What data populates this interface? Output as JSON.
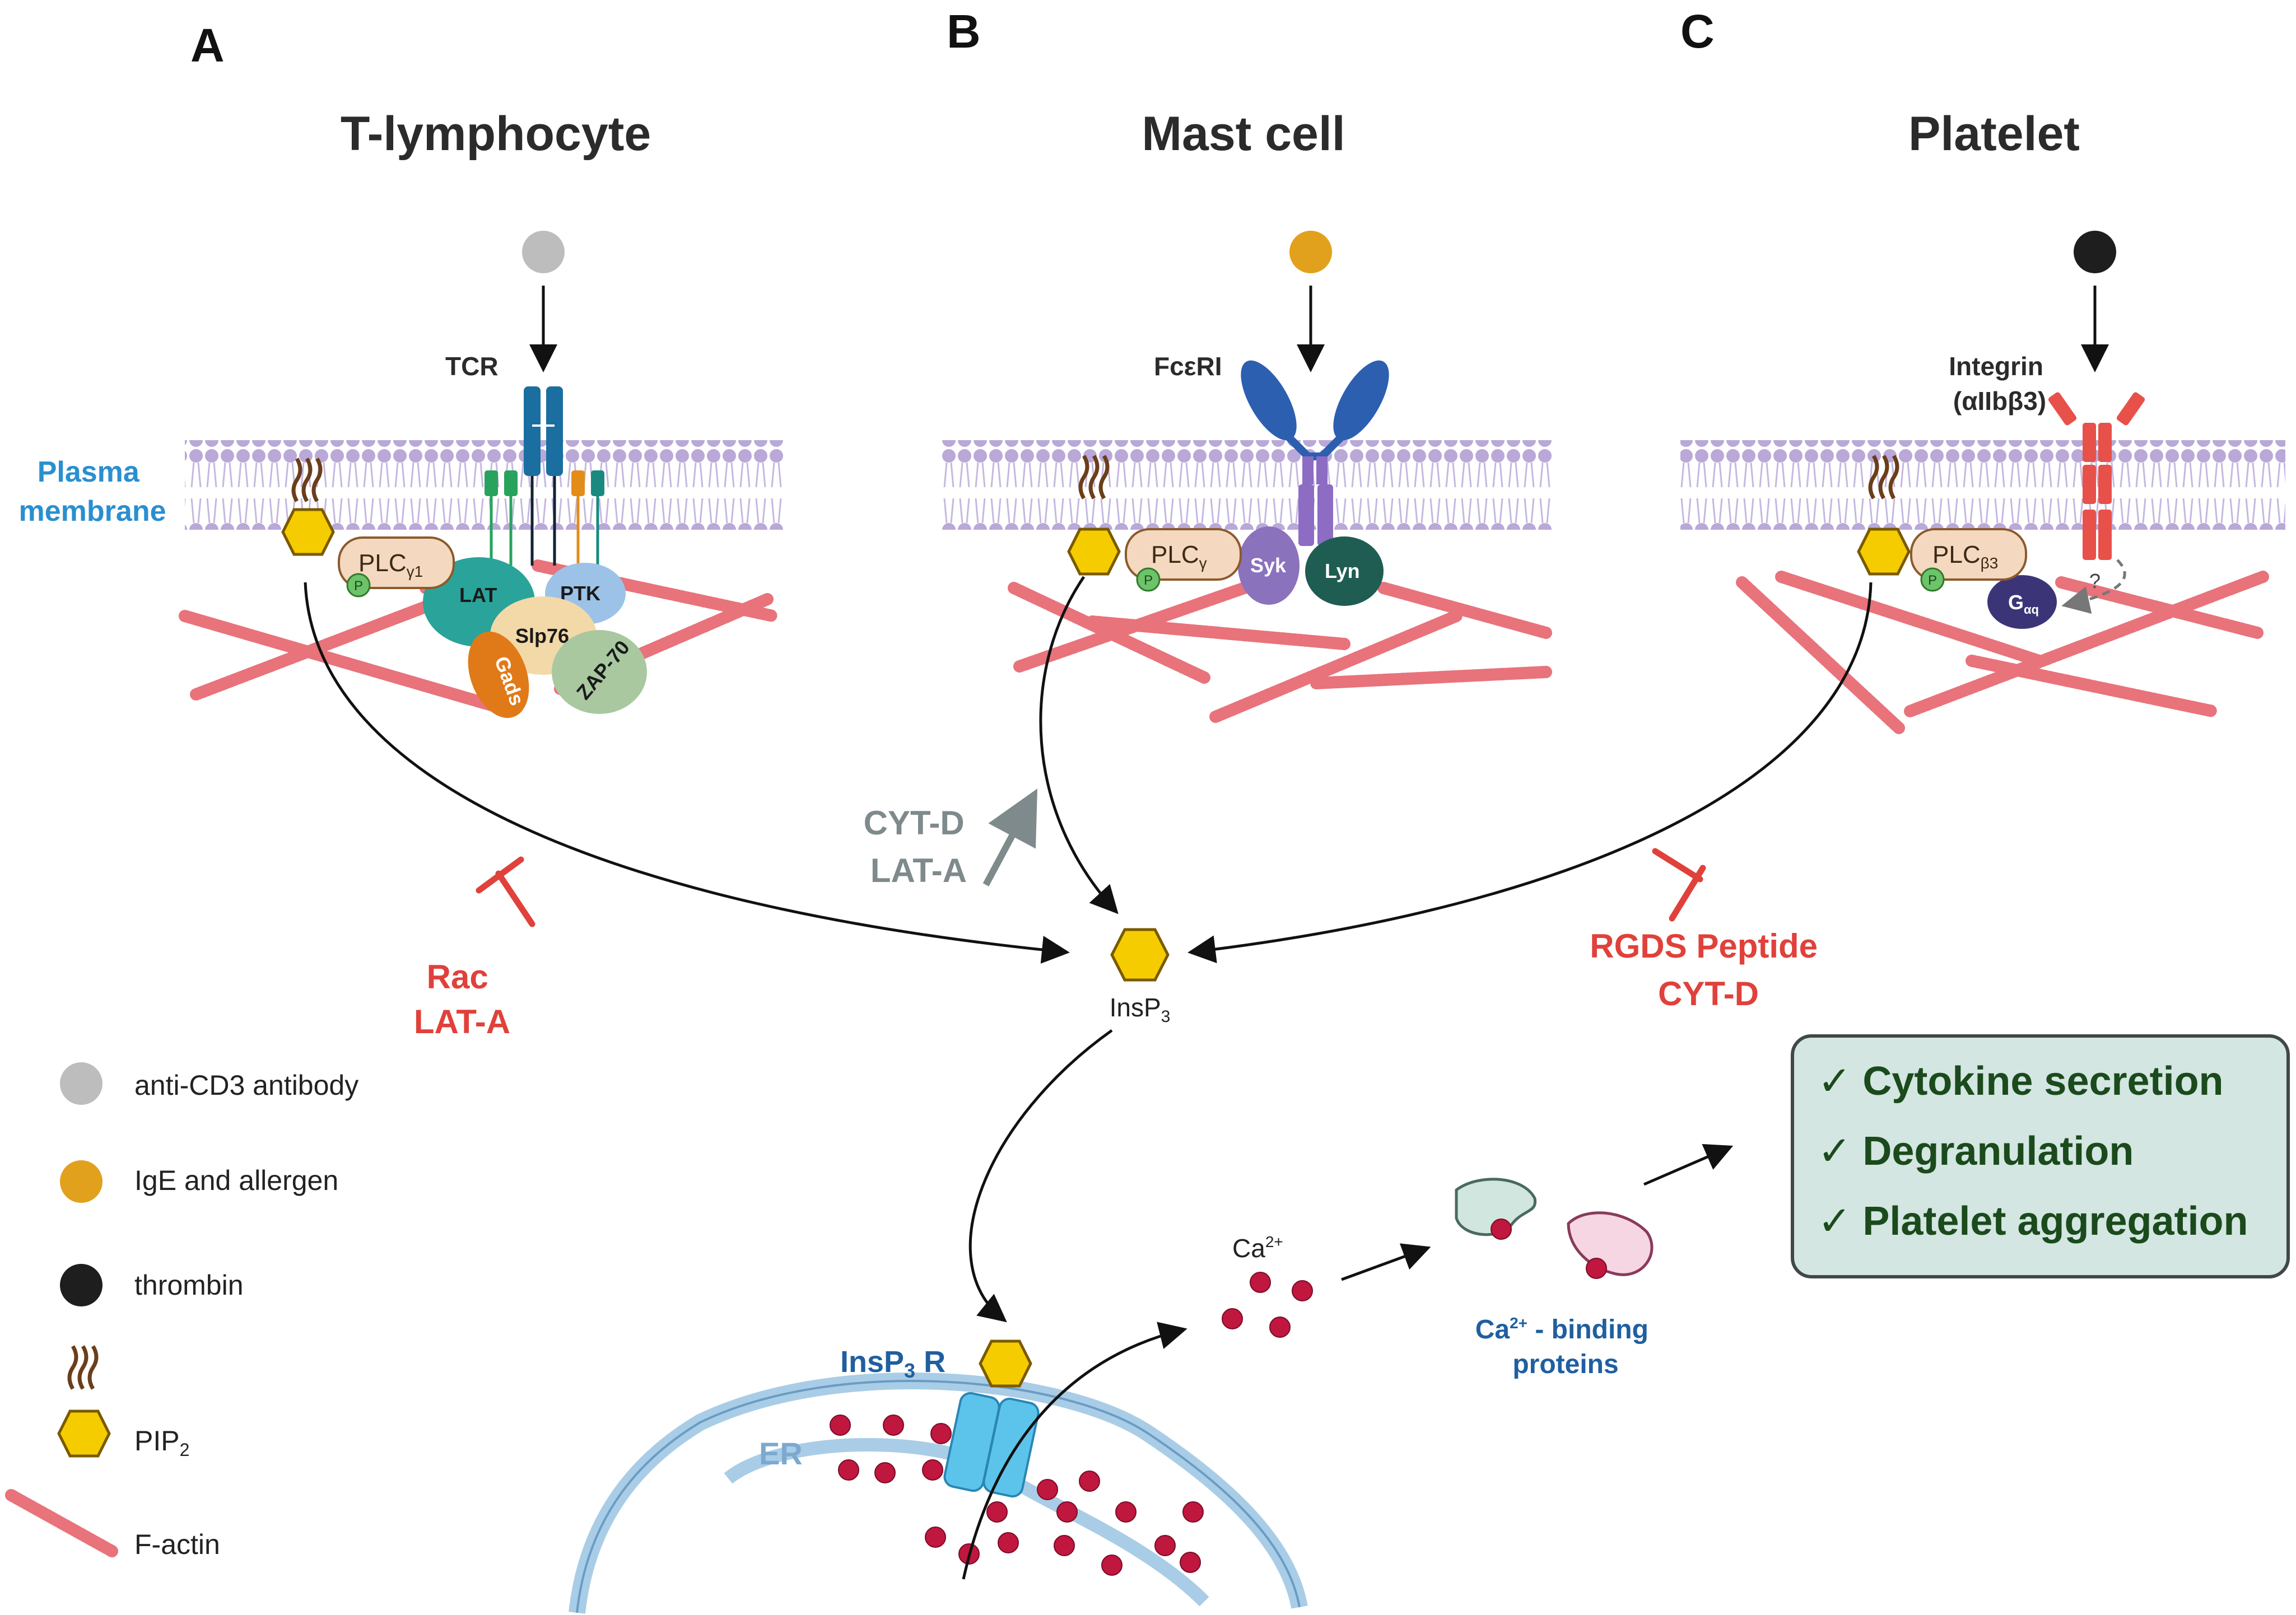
{
  "panels": [
    {
      "letter": "A",
      "title": "T-lymphocyte",
      "receptor_label": "TCR",
      "enzyme": "PLC",
      "enzyme_sub": "γ1"
    },
    {
      "letter": "B",
      "title": "Mast cell",
      "receptor_label": "FcεRI",
      "enzyme": "PLC",
      "enzyme_sub": "γ"
    },
    {
      "letter": "C",
      "title": "Platelet",
      "receptor_label_line1": "Integrin",
      "receptor_label_line2": "(αIIbβ3)",
      "enzyme": "PLC",
      "enzyme_sub": "β3"
    }
  ],
  "membrane_label": {
    "line1": "Plasma",
    "line2": "membrane"
  },
  "proteins": {
    "lat": "LAT",
    "ptk": "PTK",
    "slp76": "Slp76",
    "gads": "Gads",
    "zap70": "ZAP-70",
    "syk": "Syk",
    "lyn": "Lyn",
    "gaq": "G",
    "gaq_sub": "αq",
    "question": "?",
    "phospho": "P"
  },
  "inhibitors": {
    "a": {
      "line1": "Rac",
      "line2": "LAT-A"
    },
    "b": {
      "line1": "CYT-D",
      "line2": "LAT-A"
    },
    "c": {
      "line1": "RGDS Peptide",
      "line2": "CYT-D"
    }
  },
  "insp3": {
    "label": "InsP",
    "sub": "3"
  },
  "receptor": {
    "label": "InsP",
    "sub": "3",
    "suffix": " R"
  },
  "er_label": "ER",
  "calcium": {
    "label": "Ca",
    "sup": "2+"
  },
  "binding_proteins": {
    "line1_main": "Ca",
    "line1_sup": "2+",
    "line1_rest": " - binding",
    "line2": "proteins"
  },
  "outcomes": [
    "✓ Cytokine secretion",
    "✓ Degranulation",
    "✓ Platelet aggregation"
  ],
  "legend": [
    {
      "label": "anti-CD3 antibody",
      "color": "#bdbdbd"
    },
    {
      "label": "IgE and allergen",
      "color": "#e2a11c"
    },
    {
      "label": "thrombin",
      "color": "#1e1e1e"
    },
    {
      "label": "PIP",
      "sub": "2"
    },
    {
      "label": "F-actin"
    }
  ],
  "colors": {
    "membrane": "#b9a8d8",
    "actin": "#e8737b",
    "pip2": "#f5cc00",
    "inhibitor": "#e0413b",
    "promoter": "#7f8a8c",
    "er": "#a9cde6",
    "calcium": "#c0173f",
    "outcome_box": "#d3e6e1"
  }
}
